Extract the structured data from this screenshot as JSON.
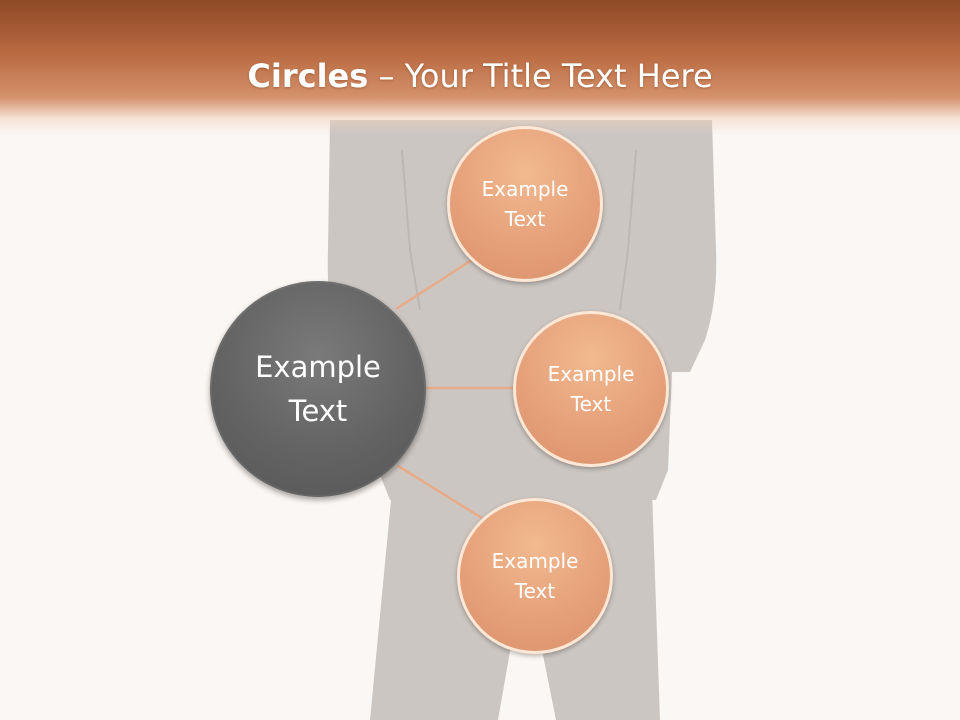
{
  "title": {
    "bold": "Circles",
    "rest": " – Your Title Text Here"
  },
  "center": {
    "label": "Example\nText"
  },
  "satellites": [
    {
      "label": "Example\nText"
    },
    {
      "label": "Example\nText"
    },
    {
      "label": "Example\nText"
    }
  ],
  "colors": {
    "title_band": "#b8683f",
    "center_fill": "#636363",
    "satellite_fill": "#e5a07a",
    "connector": "#e8ab88",
    "silhouette": "#cbc6c2",
    "background": "#fbf7f4"
  }
}
